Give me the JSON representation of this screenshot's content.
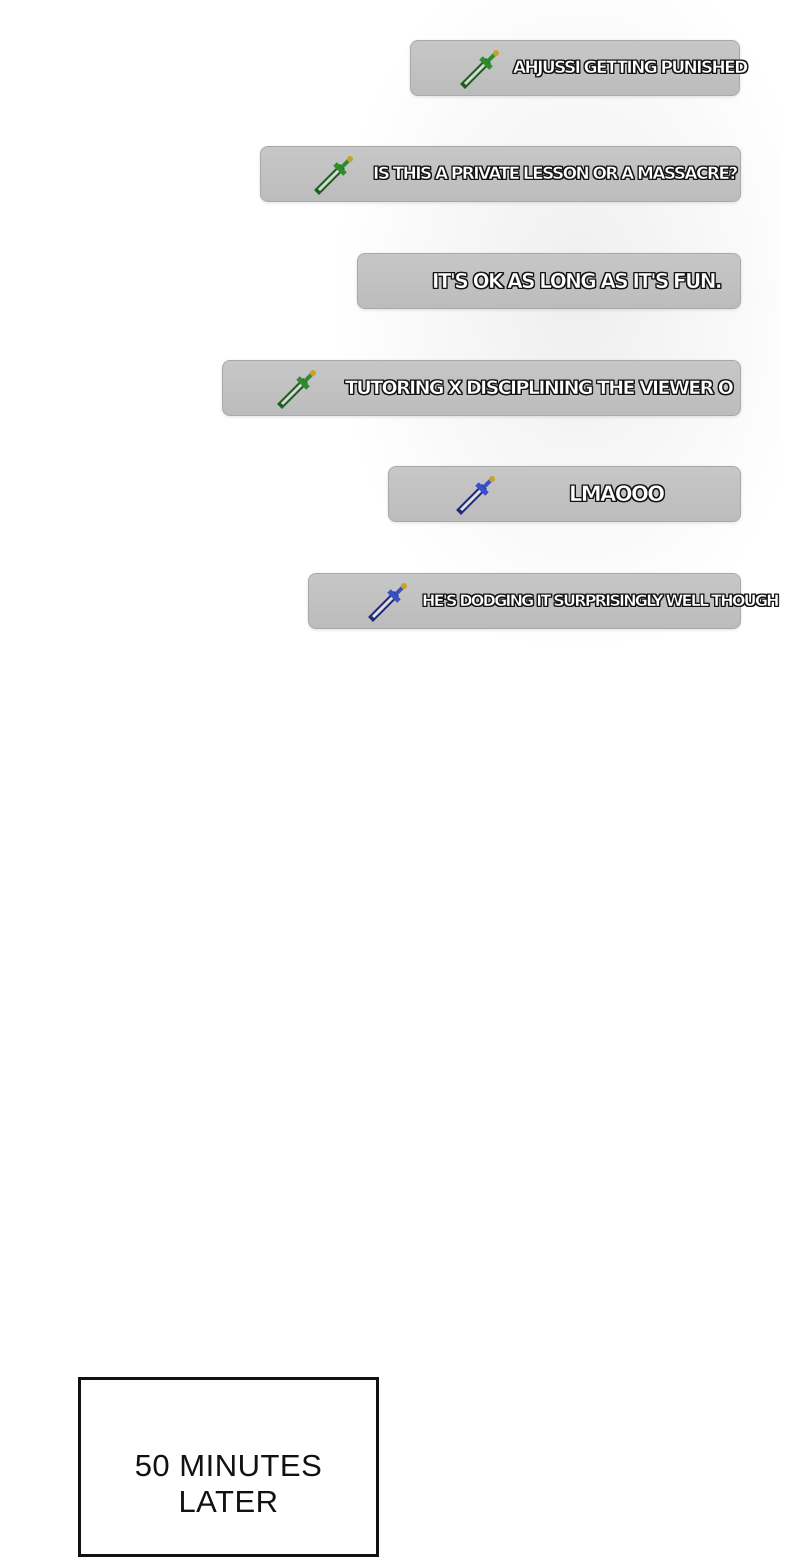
{
  "chat": {
    "messages": [
      {
        "text": "AHJUSSI GETTING PUNISHED",
        "icon": "green-sword-icon",
        "icon_color": "#2e8b2e"
      },
      {
        "text": "IS THIS A PRIVATE LESSON OR A MASSACRE?",
        "icon": "green-sword-icon",
        "icon_color": "#2e8b2e"
      },
      {
        "text": "IT'S OK AS LONG AS IT'S FUN.",
        "icon": "",
        "icon_color": ""
      },
      {
        "text": "TUTORING X DISCIPLINING THE VIEWER O",
        "icon": "green-sword-icon",
        "icon_color": "#2e8b2e"
      },
      {
        "text": "LMAOOO",
        "icon": "blue-sword-icon",
        "icon_color": "#3a4fc8"
      },
      {
        "text": "HE'S DODGING IT SURPRISINGLY WELL THOUGH",
        "icon": "blue-sword-icon",
        "icon_color": "#3a4fc8"
      }
    ]
  },
  "caption": {
    "line1": "50 MINUTES",
    "line2": "LATER"
  },
  "colors": {
    "bubble": "#c2c2c2",
    "bubble_border": "#a9a9a9",
    "text": "#ffffff",
    "text_outline": "#111111",
    "green_sword": "#2e8b2e",
    "blue_sword": "#3a4fc8"
  }
}
